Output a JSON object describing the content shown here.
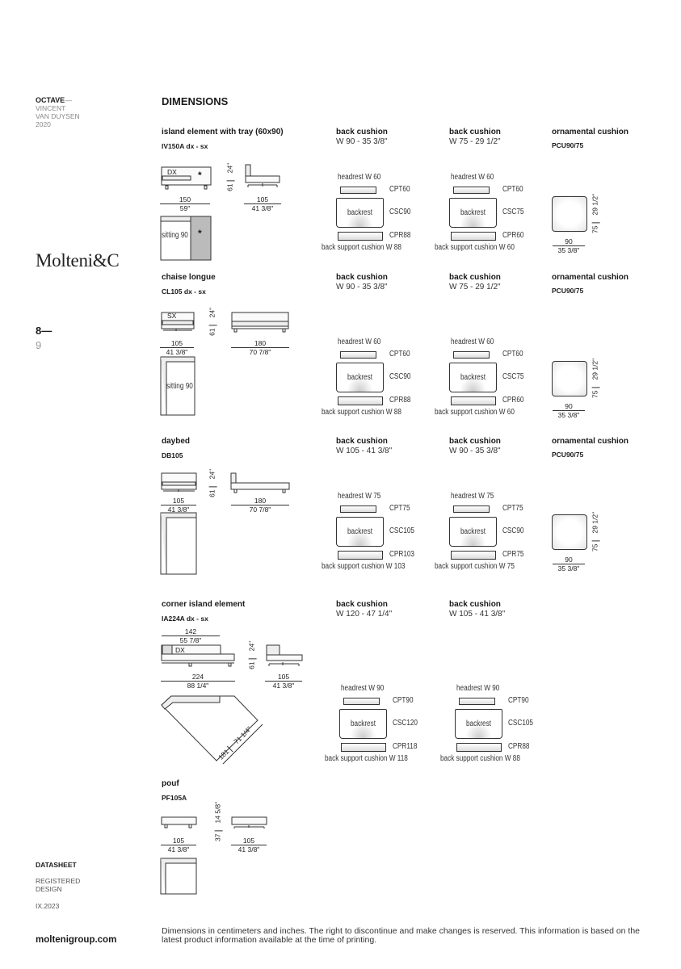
{
  "sidebar": {
    "collection": "OCTAVE",
    "dash": "—",
    "designer_line1": "VINCENT",
    "designer_line2": "VAN DUYSEN",
    "year": "2020",
    "logo": "Molteni&C",
    "page_current": "8—",
    "page_next": "9",
    "doc_type": "DATASHEET",
    "registered_line1": "REGISTERED",
    "registered_line2": "DESIGN",
    "date": "IX.2023",
    "website": "moltenigroup.com"
  },
  "heading": "DIMENSIONS",
  "footer_note": "Dimensions in centimeters and inches. The right to discontinue and make changes is reserved. This information is based on the latest product information available at the time of printing.",
  "sections": [
    {
      "title": "island element with tray (60x90)",
      "code": "IV150A dx - sx",
      "labels": {
        "orientation": "DX",
        "plan": "sitting 90",
        "mark": "*"
      },
      "dims": [
        {
          "cm": "150",
          "in": "59\""
        },
        {
          "cm": "105",
          "in": "41 3/8\""
        }
      ],
      "height": {
        "cm": "61",
        "in": "24\""
      },
      "cushions": [
        {
          "title": "back cushion",
          "size": "W 90 - 35 3/8\"",
          "headrest": "headrest W 60",
          "cpt": "CPT60",
          "backrest": "backrest",
          "csc": "CSC90",
          "cpr": "CPR88",
          "support": "back support cushion W 88"
        },
        {
          "title": "back cushion",
          "size": "W 75 - 29 1/2\"",
          "headrest": "headrest W 60",
          "cpt": "CPT60",
          "backrest": "backrest",
          "csc": "CSC75",
          "cpr": "CPR60",
          "support": "back support cushion W 60"
        }
      ],
      "ornamental": {
        "title": "ornamental cushion",
        "code": "PCU90/75",
        "w_cm": "90",
        "w_in": "35 3/8\"",
        "h_cm": "75",
        "h_in": "29 1/2\""
      }
    },
    {
      "title": "chaise longue",
      "code": "CL105 dx - sx",
      "labels": {
        "orientation": "SX",
        "plan": "sitting 90"
      },
      "dims": [
        {
          "cm": "105",
          "in": "41 3/8\""
        },
        {
          "cm": "180",
          "in": "70 7/8\""
        }
      ],
      "height": {
        "cm": "61",
        "in": "24\""
      },
      "cushions": [
        {
          "title": "back cushion",
          "size": "W 90 - 35 3/8\"",
          "headrest": "headrest W 60",
          "cpt": "CPT60",
          "backrest": "backrest",
          "csc": "CSC90",
          "cpr": "CPR88",
          "support": "back support cushion W 88"
        },
        {
          "title": "back cushion",
          "size": "W 75 - 29 1/2\"",
          "headrest": "headrest W 60",
          "cpt": "CPT60",
          "backrest": "backrest",
          "csc": "CSC75",
          "cpr": "CPR60",
          "support": "back support cushion W 60"
        }
      ],
      "ornamental": {
        "title": "ornamental cushion",
        "code": "PCU90/75",
        "w_cm": "90",
        "w_in": "35 3/8\"",
        "h_cm": "75",
        "h_in": "29 1/2\""
      }
    },
    {
      "title": "daybed",
      "code": "DB105",
      "labels": {},
      "dims": [
        {
          "cm": "105",
          "in": "41 3/8\""
        },
        {
          "cm": "180",
          "in": "70 7/8\""
        }
      ],
      "height": {
        "cm": "61",
        "in": "24\""
      },
      "cushions": [
        {
          "title": "back cushion",
          "size": "W 105 - 41 3/8\"",
          "headrest": "headrest W 75",
          "cpt": "CPT75",
          "backrest": "backrest",
          "csc": "CSC105",
          "cpr": "CPR103",
          "support": "back support cushion W 103"
        },
        {
          "title": "back cushion",
          "size": "W 90 - 35 3/8\"",
          "headrest": "headrest W 75",
          "cpt": "CPT75",
          "backrest": "backrest",
          "csc": "CSC90",
          "cpr": "CPR75",
          "support": "back support cushion W 75"
        }
      ],
      "ornamental": {
        "title": "ornamental cushion",
        "code": "PCU90/75",
        "w_cm": "90",
        "w_in": "35 3/8\"",
        "h_cm": "75",
        "h_in": "29 1/2\""
      }
    },
    {
      "title": "corner island element",
      "code": "IA224A dx - sx",
      "labels": {
        "orientation": "DX"
      },
      "dims": [
        {
          "cm": "142",
          "in": "55 7/8\""
        },
        {
          "cm": "224",
          "in": "88 1/4\""
        },
        {
          "cm": "105",
          "in": "41 3/8\""
        },
        {
          "cm": "181",
          "in": "71 1/4\""
        }
      ],
      "height": {
        "cm": "61",
        "in": "24\""
      },
      "cushions": [
        {
          "title": "back cushion",
          "size": "W 120 - 47 1/4\"",
          "headrest": "headrest W 90",
          "cpt": "CPT90",
          "backrest": "backrest",
          "csc": "CSC120",
          "cpr": "CPR118",
          "support": "back support cushion W 118"
        },
        {
          "title": "back cushion",
          "size": "W 105 - 41 3/8\"",
          "headrest": "headrest W 90",
          "cpt": "CPT90",
          "backrest": "backrest",
          "csc": "CSC105",
          "cpr": "CPR88",
          "support": "back support cushion W 88"
        }
      ]
    },
    {
      "title": "pouf",
      "code": "PF105A",
      "labels": {},
      "dims": [
        {
          "cm": "105",
          "in": "41 3/8\""
        },
        {
          "cm": "105",
          "in": "41 3/8\""
        }
      ],
      "height": {
        "cm": "37",
        "in": "14 5/8\""
      },
      "cushions": []
    }
  ]
}
